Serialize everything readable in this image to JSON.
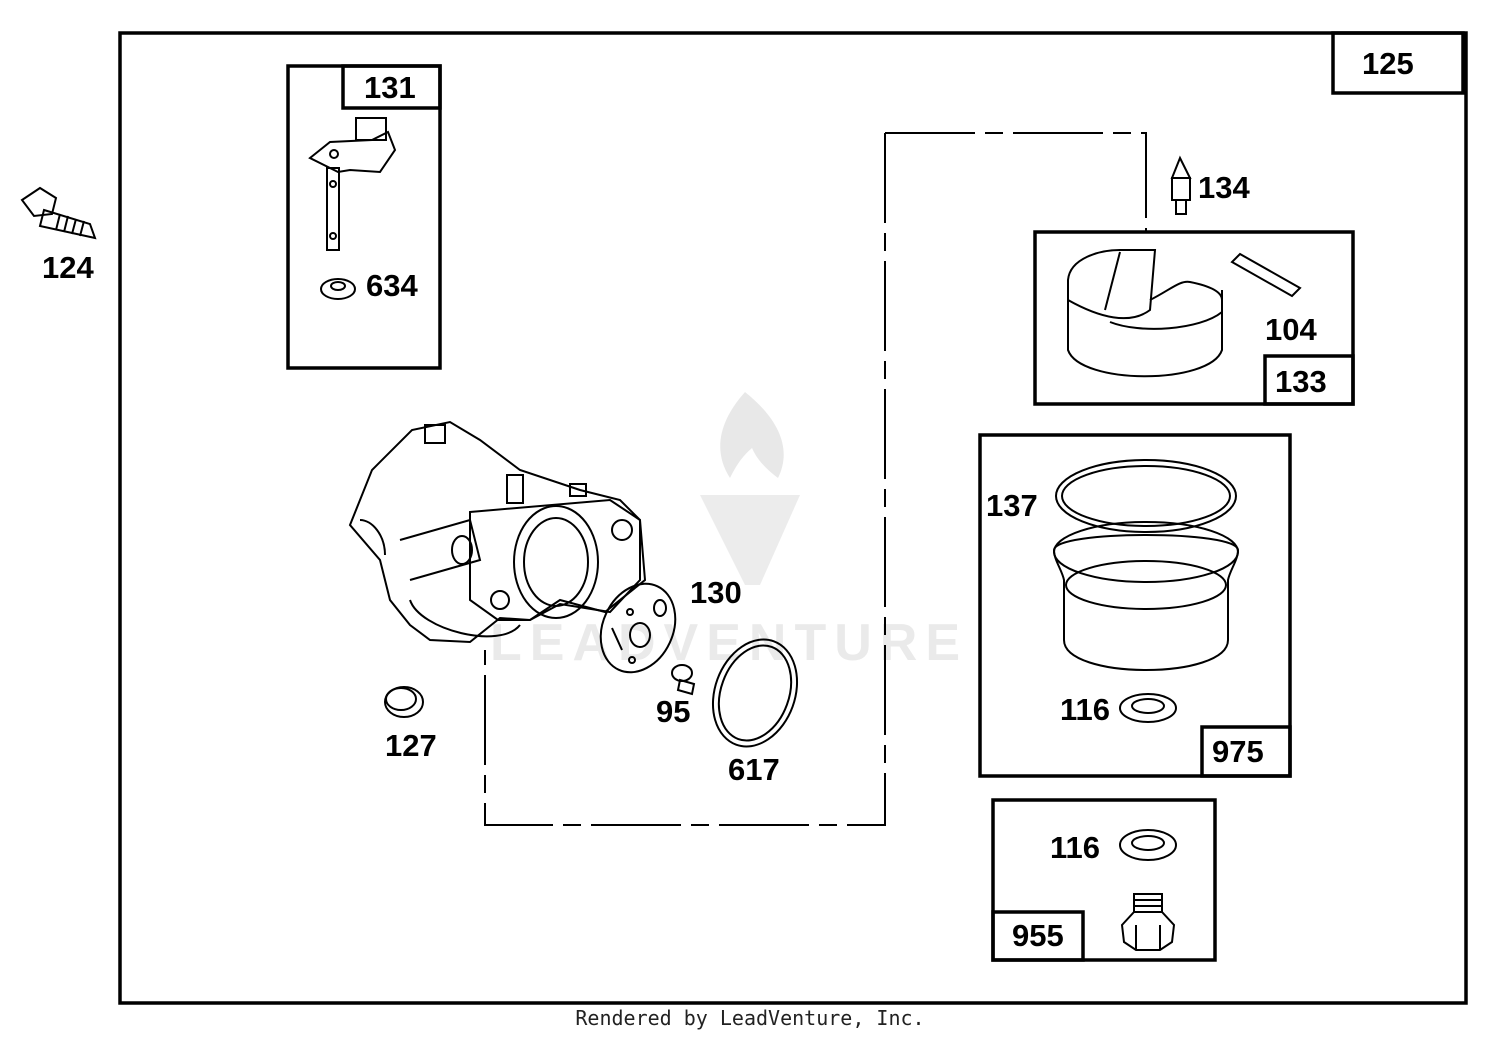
{
  "labels": {
    "p125": "125",
    "p131": "131",
    "p634": "634",
    "p124": "124",
    "p134": "134",
    "p104": "104",
    "p133": "133",
    "p137": "137",
    "p130": "130",
    "p95": "95",
    "p617": "617",
    "p127": "127",
    "p116a": "116",
    "p975": "975",
    "p116b": "116",
    "p955": "955"
  },
  "watermark": {
    "text": "LEADVENTURE"
  },
  "footer": {
    "text": "Rendered by LeadVenture, Inc."
  },
  "colors": {
    "line": "#000000",
    "watermark": "#d9d9d9",
    "background": "#ffffff"
  }
}
